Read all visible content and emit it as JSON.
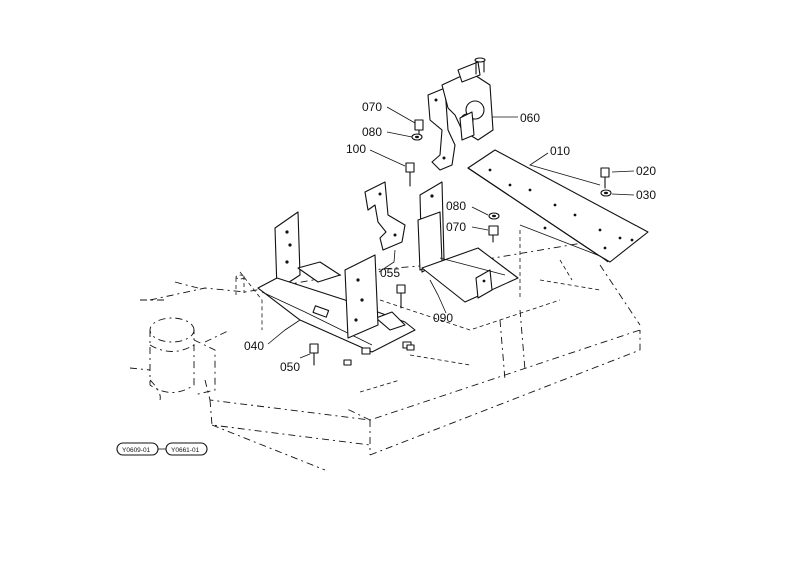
{
  "callouts": {
    "p010": "010",
    "p020": "020",
    "p030": "030",
    "p040": "040",
    "p050": "050",
    "p055": "055",
    "p060": "060",
    "p070a": "070",
    "p070b": "070",
    "p080a": "080",
    "p080b": "080",
    "p090": "090",
    "p100": "100"
  },
  "reference_tags": {
    "tag_left": "Y0609-01",
    "tag_right": "Y0661-01"
  }
}
